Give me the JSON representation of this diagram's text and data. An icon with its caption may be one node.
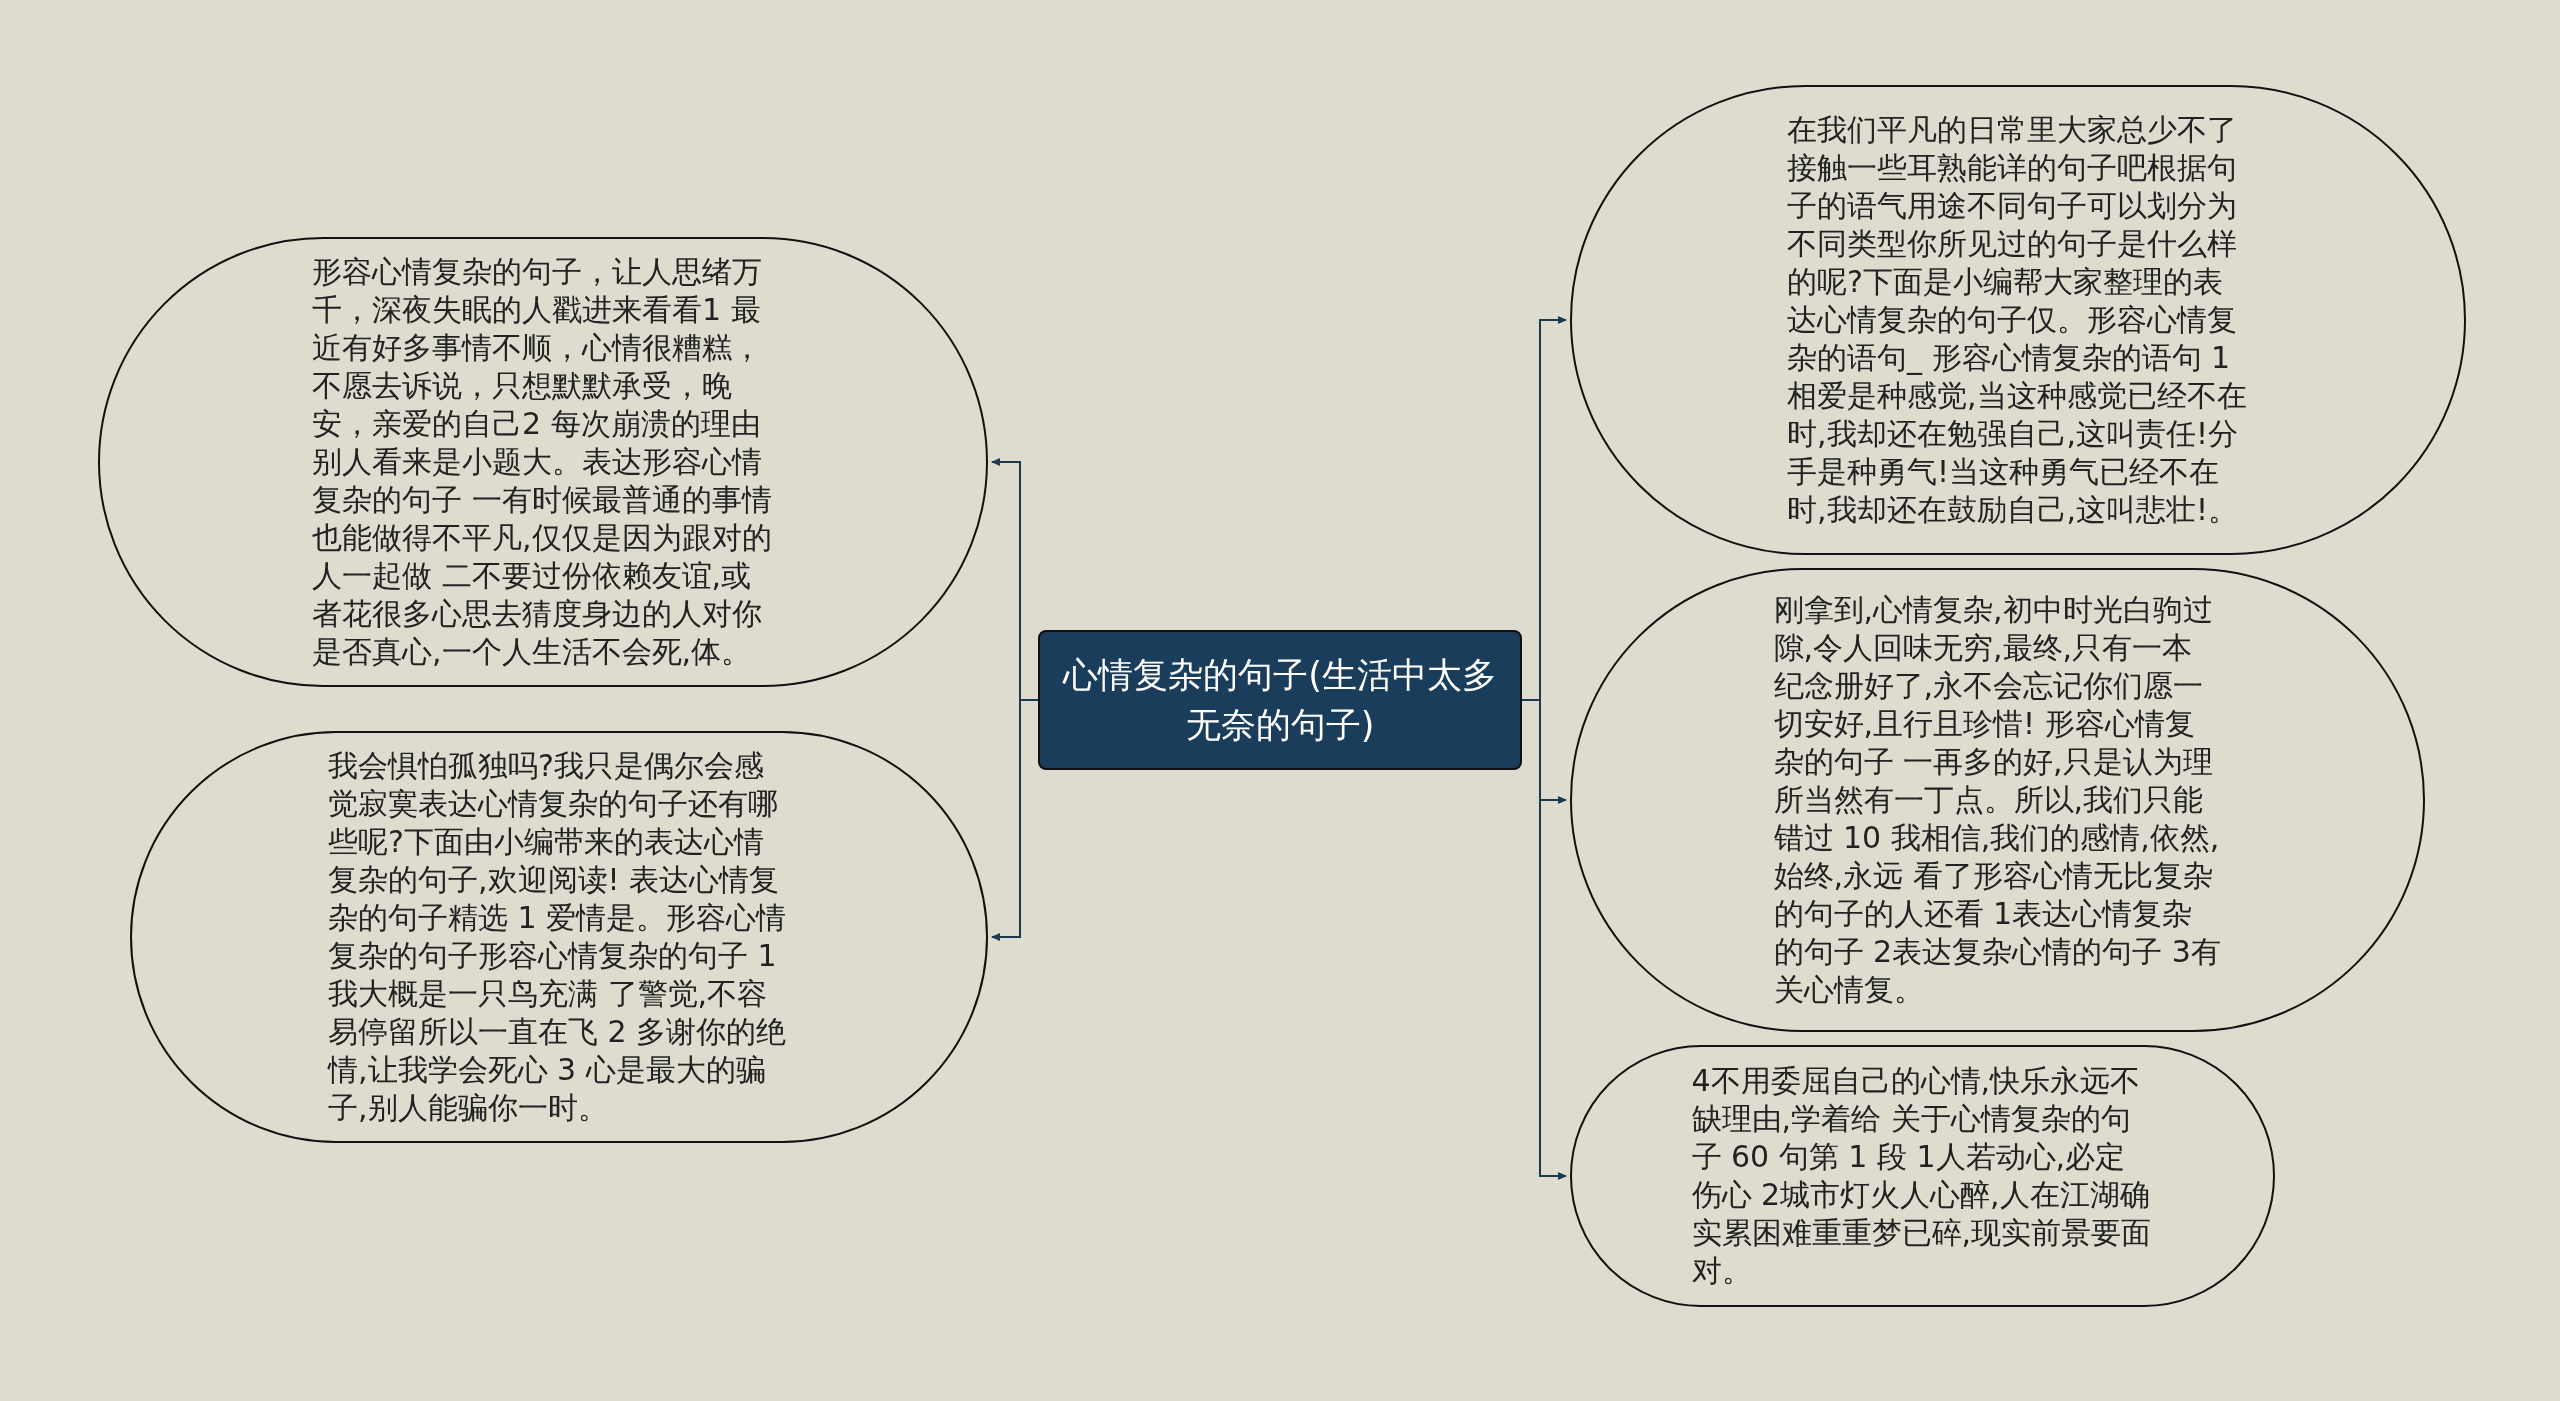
{
  "diagram": {
    "nodes": [
      {
        "text": [
          "心情复杂的句子(生活中太多无奈的句子)"
        ]
      },
      {
        "text": [
          "形容心情复杂的句子，让人思绪万千，深夜失眠的人戳进来看看1 最近有好多事情不顺，心情很糟糕，不愿去诉说，只想默默承受，晚安，亲爱的自己2 每次崩溃的理由别人看来是小题大。表达形容心情复杂的句子 一有时候最普通的事情也能做得不平凡,仅仅是因为跟对的人一起做 二不要过份依赖友谊,或者花很多心思去猜度身边的人对你是否真心,一个人生活不会死,体。"
        ]
      },
      {
        "text": [
          "我会惧怕孤独吗?我只是偶尔会感觉寂寞表达心情复杂的句子还有哪些呢?下面由小编带来的表达心情复杂的句子,欢迎阅读! 表达心情复杂的句子精选 1 爱情是。形容心情复杂的句子形容心情复杂的句子 1 我大概是一只鸟充满 了警觉,不容易停留所以一直在飞 2 多谢你的绝情,让我学会死心 3 心是最大的骗子,别人能骗你一时。"
        ]
      },
      {
        "text": [
          "在我们平凡的日常里大家总少不了接触一些耳熟能详的句子吧根据句子的语气用途不同句子可以划分为不同类型你所见过的句子是什么样的呢?下面是小编帮大家整理的表达心情复杂的句子仅。形容心情复杂的语句_ 形容心情复杂的语句 1相爱是种感觉,当这种感觉已经不在时,我却还在勉强自己,这叫责任!分手是种勇气!当这种勇气已经不在时,我却还在鼓励自己,这叫悲壮!。"
        ]
      },
      {
        "text": [
          "刚拿到,心情复杂,初中时光白驹过隙,令人回味无穷,最终,只有一本纪念册好了,永不会忘记你们愿一切安好,且行且珍惜! 形容心情复杂的句子 一再多的好,只是认为理所当然有一丁点。所以,我们只能错过 10 我相信,我们的感情,依然,始终,永远 看了形容心情无比复杂的句子的人还看 1表达心情复杂的句子 2表达复杂心情的句子 3有关心情复。"
        ]
      },
      {
        "text": [
          "4不用委屈自己的心情,快乐永远不缺理由,学着给 关于心情复杂的句子 60 句第 1 段 1人若动心,必定伤心 2城市灯火人心醉,人在江湖确实累困难重重梦已碎,现实前景要面对。"
        ]
      }
    ],
    "edges": [
      {
        "from": 0,
        "to": 1,
        "arrow": "to"
      },
      {
        "from": 0,
        "to": 2,
        "arrow": "to"
      },
      {
        "from": 0,
        "to": 3,
        "arrow": "to"
      },
      {
        "from": 0,
        "to": 4,
        "arrow": "to"
      },
      {
        "from": 0,
        "to": 5,
        "arrow": "to"
      }
    ]
  }
}
